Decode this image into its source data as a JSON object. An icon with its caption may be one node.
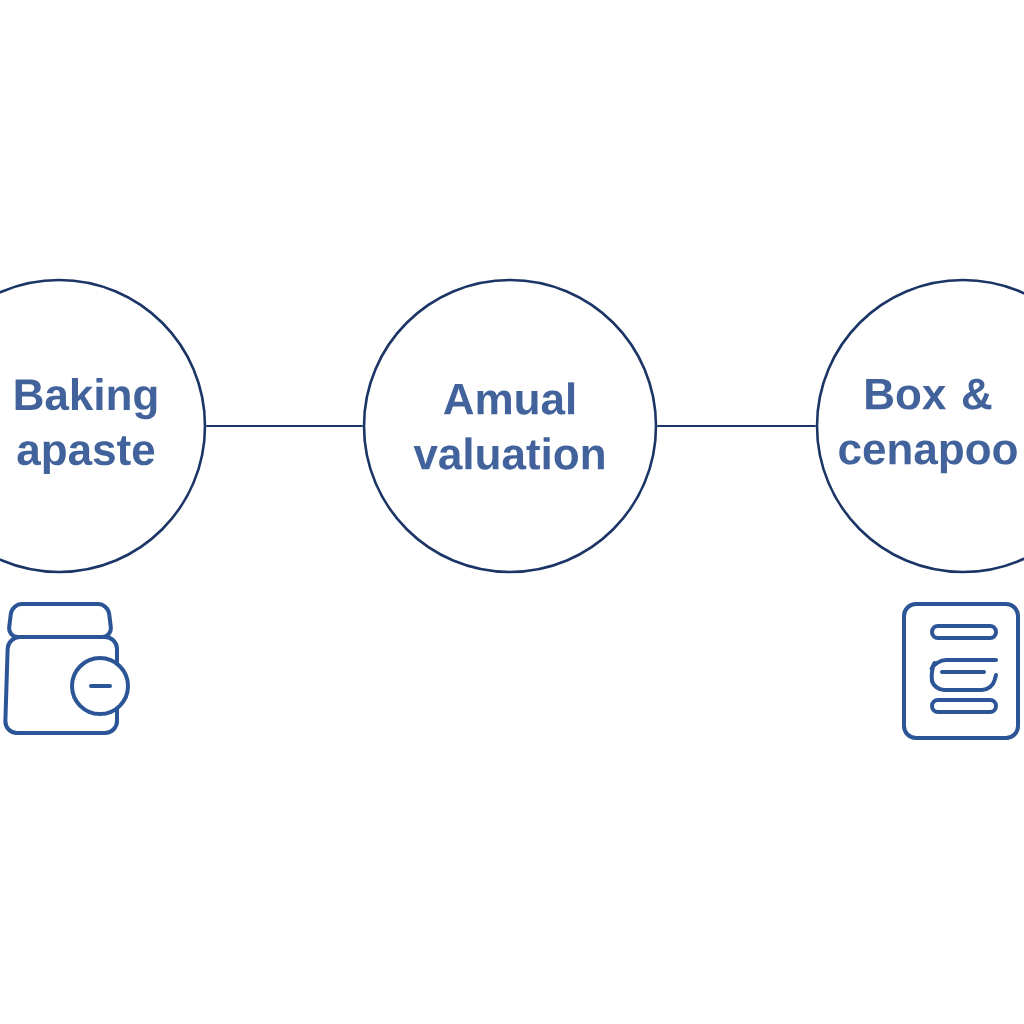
{
  "diagram": {
    "nodes": [
      {
        "text": [
          "Baking apaste"
        ]
      },
      {
        "text": [
          "Amual valuation"
        ]
      },
      {
        "text": [
          "Box & cenapoo"
        ]
      }
    ],
    "edges": [
      {
        "from": 0,
        "to": 1,
        "arrow": "none"
      },
      {
        "from": 1,
        "to": 2,
        "arrow": "none"
      }
    ]
  }
}
